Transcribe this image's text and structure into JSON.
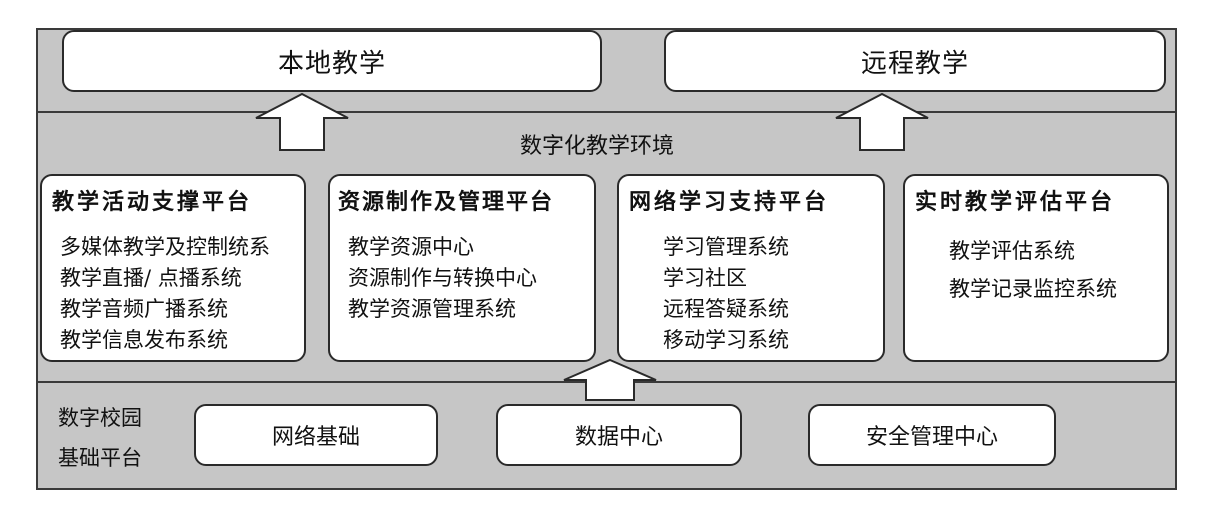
{
  "top": {
    "local_teaching": "本地教学",
    "remote_teaching": "远程教学"
  },
  "environment_label": "数字化教学环境",
  "platforms": [
    {
      "title": "教学活动支撑平台",
      "items": [
        "多媒体教学及控制统系",
        "教学直播/ 点播系统",
        "教学音频广播系统",
        "教学信息发布系统"
      ]
    },
    {
      "title": "资源制作及管理平台",
      "items": [
        "教学资源中心",
        "资源制作与转换中心",
        "教学资源管理系统"
      ]
    },
    {
      "title": "网络学习支持平台",
      "items": [
        "学习管理系统",
        "学习社区",
        "远程答疑系统",
        "移动学习系统"
      ]
    },
    {
      "title": "实时教学评估平台",
      "items": [
        "教学评估系统",
        "教学记录监控系统"
      ]
    }
  ],
  "base": {
    "label_line1": "数字校园",
    "label_line2": "基础平台",
    "boxes": [
      "网络基础",
      "数据中心",
      "安全管理中心"
    ]
  }
}
